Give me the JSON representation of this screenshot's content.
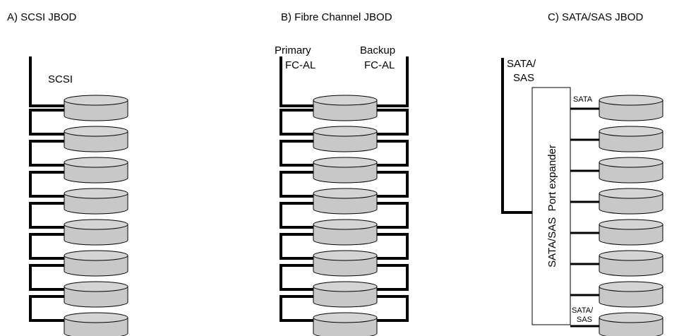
{
  "panels": {
    "scsi": {
      "title": "A) SCSI JBOD",
      "bus_label": "SCSI",
      "disk_count": 8
    },
    "fc": {
      "title": "B) Fibre Channel JBOD",
      "primary_label_1": "Primary",
      "primary_label_2": "FC-AL",
      "backup_label_1": "Backup",
      "backup_label_2": "FC-AL",
      "disk_count": 8
    },
    "sata": {
      "title": "C) SATA/SAS JBOD",
      "bus_label_1": "SATA/",
      "bus_label_2": "SAS",
      "expander_label": "SATA/SAS  Port expander",
      "top_link_label": "SATA",
      "bottom_link_label_1": "SATA/",
      "bottom_link_label_2": "SAS",
      "disk_count": 8
    }
  },
  "colors": {
    "disk_fill": "#c8c8c8",
    "disk_top": "#d4d4d4",
    "stroke": "#000000"
  }
}
